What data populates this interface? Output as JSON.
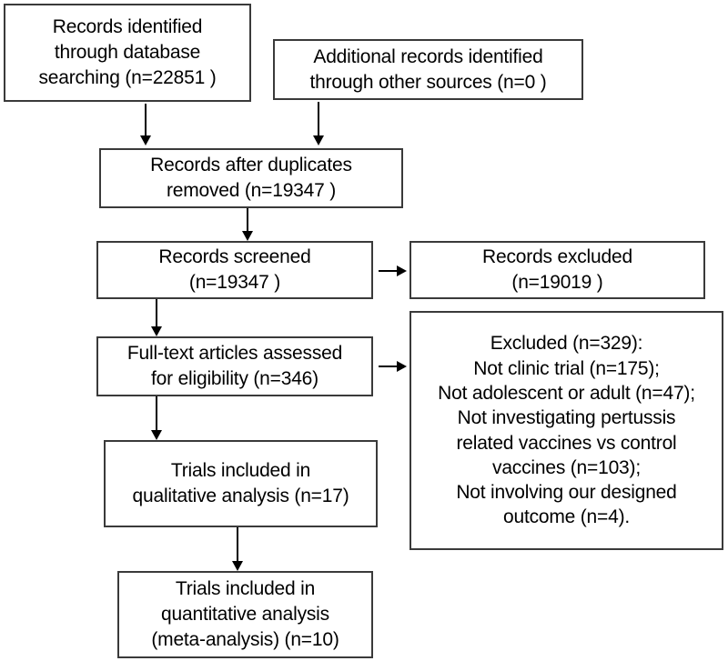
{
  "diagram": {
    "type": "prisma-flow-diagram",
    "title": "",
    "colors": {
      "background": "#ffffff",
      "box_border": "#3a3a3a",
      "text": "#000000",
      "arrow": "#000000"
    },
    "nodes": [
      {
        "id": "records-identified-database",
        "text": "Records identified\nthrough database\nsearching (n=22851 )",
        "count": 22851
      },
      {
        "id": "additional-records-other-sources",
        "text": "Additional records identified\nthrough other sources (n=0 )",
        "count": 0
      },
      {
        "id": "records-after-duplicates-removed",
        "text": "Records after duplicates\nremoved (n=19347 )",
        "count": 19347
      },
      {
        "id": "records-screened",
        "text": "Records screened\n(n=19347 )",
        "count": 19347
      },
      {
        "id": "records-excluded",
        "text": "Records excluded\n(n=19019 )",
        "count": 19019
      },
      {
        "id": "full-text-articles-assessed",
        "text": "Full-text articles assessed\nfor eligibility (n=346)",
        "count": 346
      },
      {
        "id": "full-text-excluded-reasons",
        "text": "Excluded (n=329):\nNot clinic trial (n=175);\nNot adolescent or adult (n=47);\nNot investigating pertussis\nrelated vaccines vs control\nvaccines  (n=103);\nNot involving our designed\noutcome (n=4).",
        "count": 329
      },
      {
        "id": "trials-qualitative",
        "text": "Trials included in\nqualitative analysis (n=17)",
        "count": 17
      },
      {
        "id": "trials-quantitative",
        "text": "Trials included in\nquantitative analysis\n(meta-analysis) (n=10)",
        "count": 10
      }
    ],
    "connectors": [
      {
        "id": "arrow-identified-to-duplicates",
        "direction": "down"
      },
      {
        "id": "arrow-additional-to-duplicates",
        "direction": "down"
      },
      {
        "id": "arrow-duplicates-to-screened",
        "direction": "down"
      },
      {
        "id": "arrow-screened-to-excluded",
        "direction": "right"
      },
      {
        "id": "arrow-screened-to-fulltext",
        "direction": "down"
      },
      {
        "id": "arrow-fulltext-to-excluded-reasons",
        "direction": "right"
      },
      {
        "id": "arrow-fulltext-to-qualitative",
        "direction": "down"
      },
      {
        "id": "arrow-qualitative-to-quantitative",
        "direction": "down"
      }
    ]
  }
}
